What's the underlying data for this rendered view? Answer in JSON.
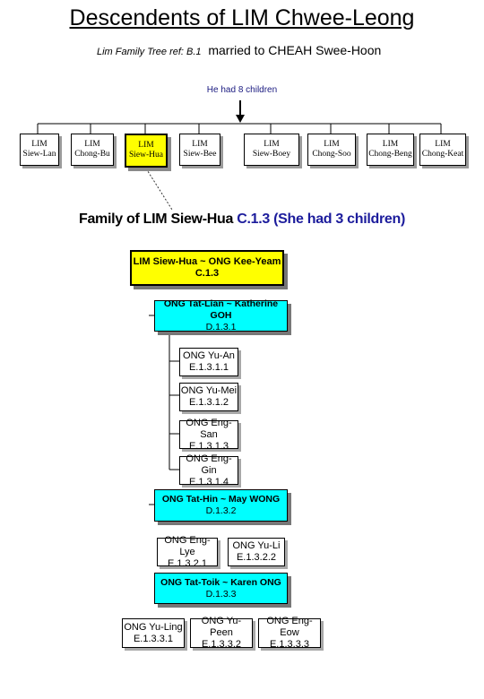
{
  "header": {
    "title": "Descendents of LIM Chwee-Leong",
    "ref_label": "Lim Family Tree ref: B.1",
    "married": "married to CHEAH Swee-Hoon",
    "children_note": "He had 8 children"
  },
  "children": [
    {
      "surname": "LIM",
      "given": "Siew-Lan"
    },
    {
      "surname": "LIM",
      "given": "Chong-Bu"
    },
    {
      "surname": "LIM",
      "given": "Siew-Hua"
    },
    {
      "surname": "LIM",
      "given": "Siew-Bee"
    },
    {
      "surname": "LIM",
      "given": "Siew-Boey"
    },
    {
      "surname": "LIM",
      "given": "Chong-Soo"
    },
    {
      "surname": "LIM",
      "given": "Chong-Beng"
    },
    {
      "surname": "LIM",
      "given": "Chong-Keat"
    }
  ],
  "family": {
    "heading": "Family of LIM Siew-Hua",
    "heading_ref": "C.1.3 (She had 3 children)",
    "root": {
      "name": "LIM Siew-Hua ~ ONG Kee-Yeam",
      "ref": "C.1.3"
    },
    "branches": [
      {
        "name": "ONG Tat-Lian ~ Katherine GOH",
        "ref": "D.1.3.1",
        "children": [
          {
            "name": "ONG Yu-An",
            "ref": "E.1.3.1.1"
          },
          {
            "name": "ONG Yu-Mei",
            "ref": "E.1.3.1.2"
          },
          {
            "name": "ONG Eng-San",
            "ref": "E.1.3.1.3"
          },
          {
            "name": "ONG Eng-Gin",
            "ref": "E.1.3.1.4"
          }
        ]
      },
      {
        "name": "ONG Tat-Hin ~ May WONG",
        "ref": "D.1.3.2",
        "children": [
          {
            "name": "ONG Eng-Lye",
            "ref": "E.1.3.2.1"
          },
          {
            "name": "ONG Yu-Li",
            "ref": "E.1.3.2.2"
          }
        ]
      },
      {
        "name": "ONG Tat-Toik ~ Karen ONG",
        "ref": "D.1.3.3",
        "children": [
          {
            "name": "ONG Yu-Ling",
            "ref": "E.1.3.3.1"
          },
          {
            "name": "ONG Yu-Peen",
            "ref": "E.1.3.3.2"
          },
          {
            "name": "ONG Eng-Eow",
            "ref": "E.1.3.3.3"
          }
        ]
      }
    ]
  },
  "colors": {
    "highlight": "#ffff00",
    "spouse_box": "#00ffff",
    "heading_blue": "#1c1c9c"
  }
}
